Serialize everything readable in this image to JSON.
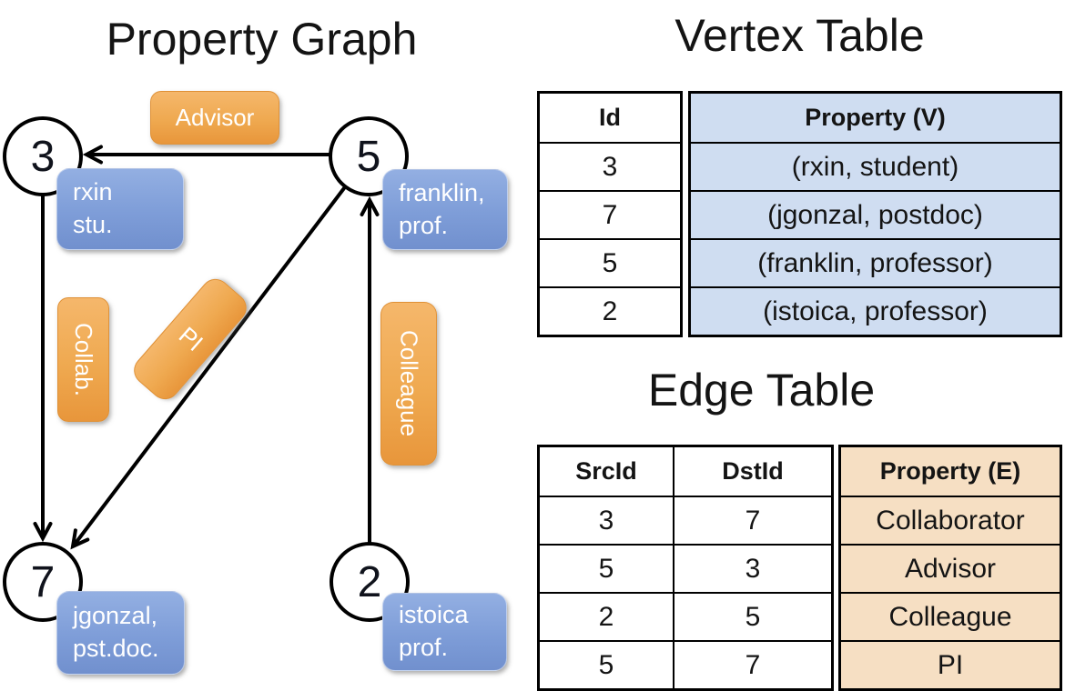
{
  "graph": {
    "title": "Property Graph",
    "nodes": {
      "n3": {
        "id": "3",
        "line1": "rxin",
        "line2": "stu."
      },
      "n5": {
        "id": "5",
        "line1": "franklin,",
        "line2": "prof."
      },
      "n7": {
        "id": "7",
        "line1": "jgonzal,",
        "line2": "pst.doc."
      },
      "n2": {
        "id": "2",
        "line1": "istoica",
        "line2": "prof."
      }
    },
    "edge_labels": {
      "advisor": "Advisor",
      "collab": "Collab.",
      "pi": "PI",
      "colleague": "Colleague"
    },
    "edges": [
      {
        "from": "5",
        "to": "3",
        "label": "Advisor"
      },
      {
        "from": "3",
        "to": "7",
        "label": "Collab."
      },
      {
        "from": "5",
        "to": "7",
        "label": "PI"
      },
      {
        "from": "2",
        "to": "5",
        "label": "Colleague"
      }
    ]
  },
  "vertex_table": {
    "title": "Vertex Table",
    "id_header": "Id",
    "property_header": "Property (V)",
    "ids": [
      "3",
      "7",
      "5",
      "2"
    ],
    "properties": [
      "(rxin, student)",
      "(jgonzal, postdoc)",
      "(franklin, professor)",
      "(istoica, professor)"
    ]
  },
  "edge_table": {
    "title": "Edge Table",
    "src_header": "SrcId",
    "dst_header": "DstId",
    "property_header": "Property (E)",
    "rows": [
      [
        "3",
        "7",
        "Collaborator"
      ],
      [
        "5",
        "3",
        "Advisor"
      ],
      [
        "2",
        "5",
        "Colleague"
      ],
      [
        "5",
        "7",
        "PI"
      ]
    ]
  },
  "colors": {
    "edge_label_orange": "#efa950",
    "vertex_box_blue": "#7e9dd8",
    "vertex_table_property_bg": "#cfddf1",
    "edge_table_property_bg": "#f6dfc3",
    "line_black": "#000000",
    "background": "#ffffff"
  }
}
